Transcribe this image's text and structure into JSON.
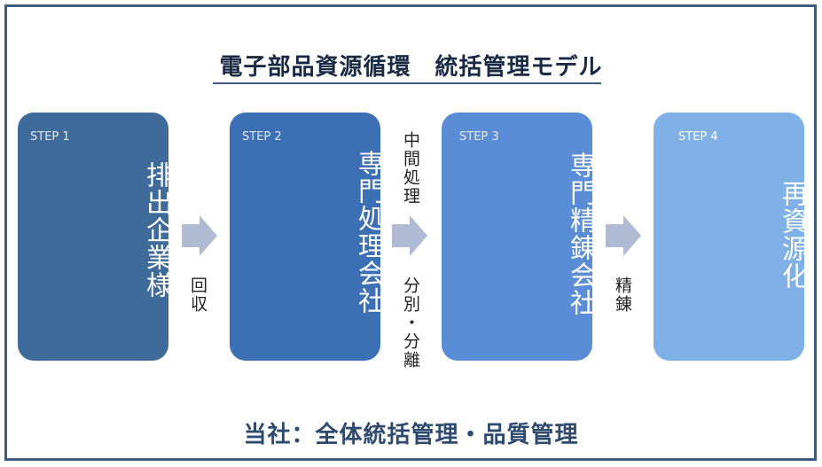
{
  "title": "電子部品資源循環　統括管理モデル",
  "steps": [
    {
      "step": "STEP 1",
      "name": "排出企業様",
      "color": "#3f6b9b"
    },
    {
      "step": "STEP 2",
      "name": "専門処理会社",
      "color": "#3d6fb4"
    },
    {
      "step": "STEP 3",
      "name": "専門精錬会社",
      "color": "#5b8dd6"
    },
    {
      "step": "STEP 4",
      "name": "再資源化",
      "color": "#7fb0e6"
    }
  ],
  "arrow_color": "#aebbd2",
  "labels": {
    "collect": "回収",
    "intermediate": "中間処理",
    "separate": "分別・分離",
    "refine": "精錬"
  },
  "footer": "当社：全体統括管理・品質管理"
}
